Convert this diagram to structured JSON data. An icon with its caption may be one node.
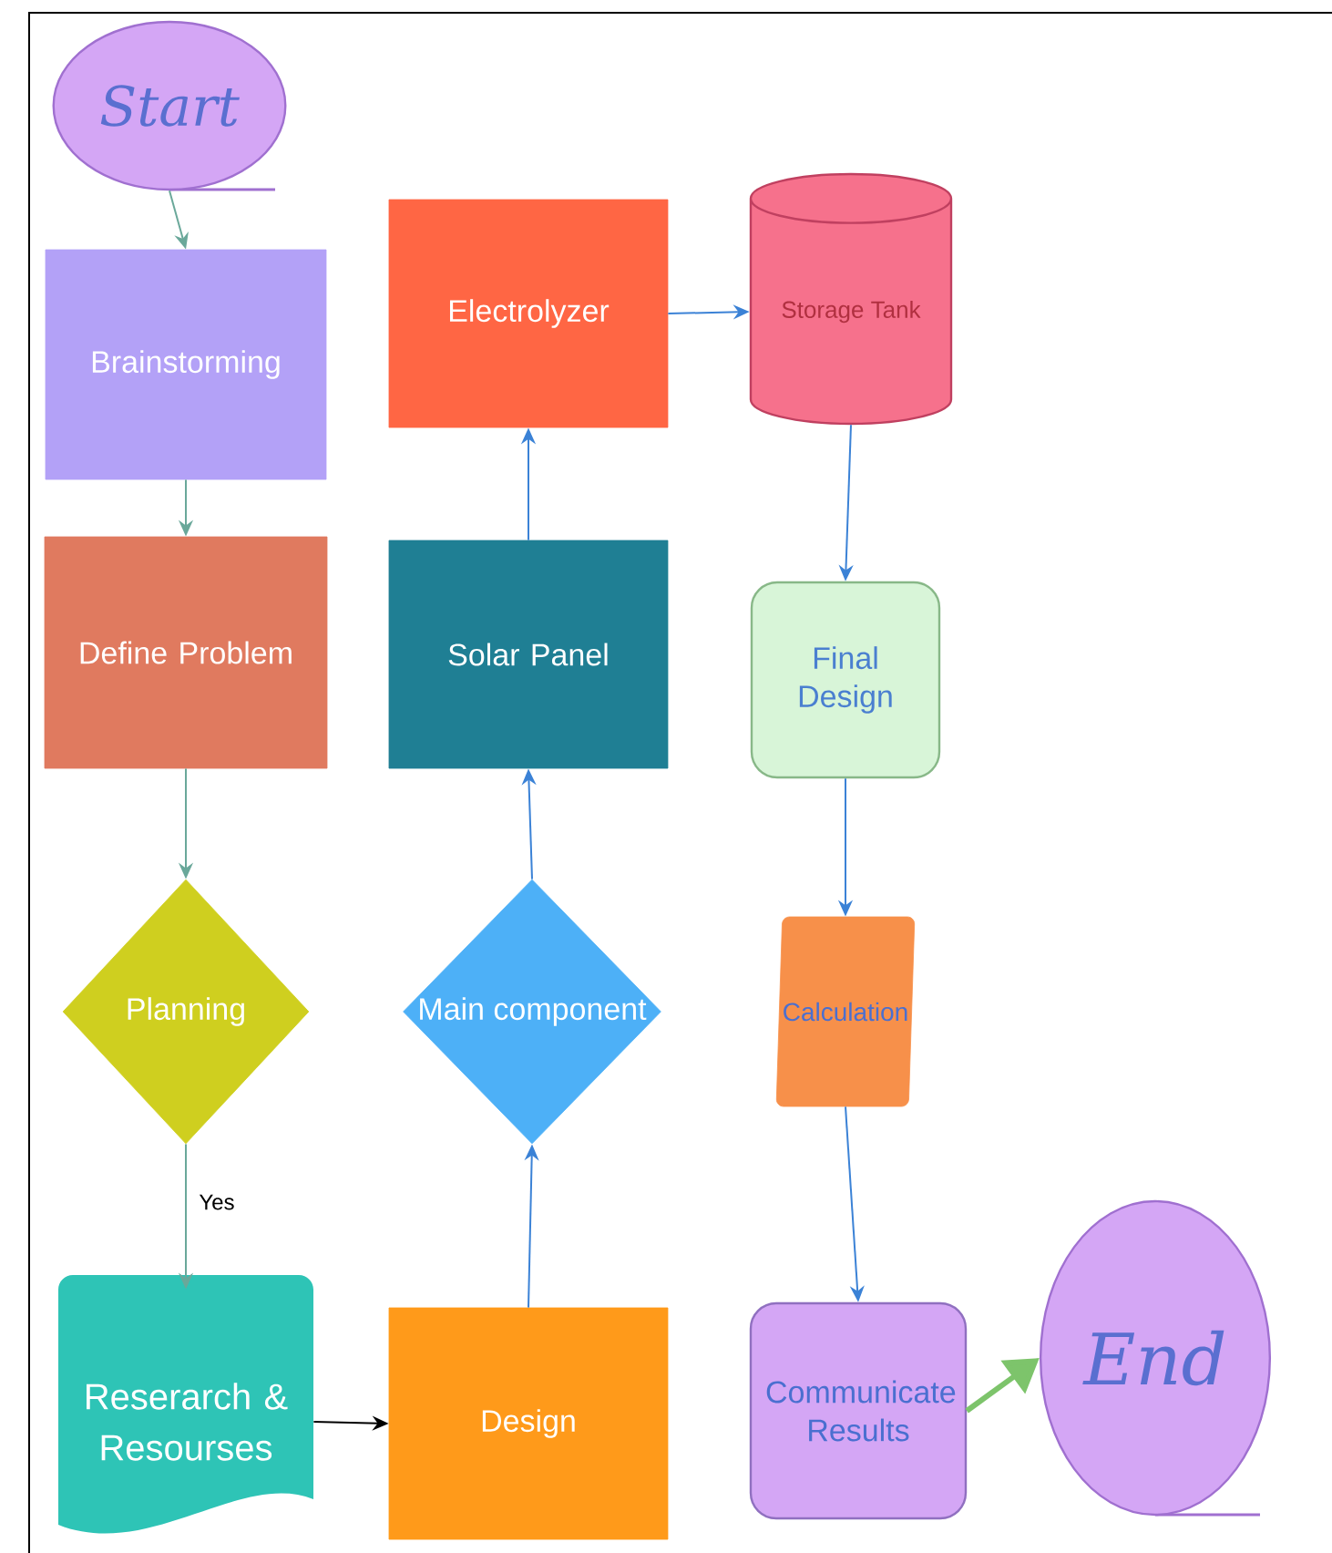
{
  "diagram": {
    "nodes": [
      {
        "text": [
          "Start"
        ]
      },
      {
        "text": [
          "Brainstorming"
        ]
      },
      {
        "text": [
          "Define Problem"
        ]
      },
      {
        "text": [
          "Planning"
        ]
      },
      {
        "text": [
          "Reserarch & Resourses"
        ]
      },
      {
        "text": [
          "Design"
        ]
      },
      {
        "text": [
          "Main component"
        ]
      },
      {
        "text": [
          "Solar Panel"
        ]
      },
      {
        "text": [
          "Electrolyzer"
        ]
      },
      {
        "text": [
          "Storage Tank"
        ]
      },
      {
        "text": [
          "Final Design"
        ]
      },
      {
        "text": [
          "Calculation"
        ]
      },
      {
        "text": [
          "Communicate Results"
        ]
      },
      {
        "text": [
          "End"
        ]
      }
    ],
    "edges": [
      {
        "from": 0,
        "to": 1,
        "arrow": "to",
        "color": "#6aa89a"
      },
      {
        "from": 1,
        "to": 2,
        "arrow": "to",
        "color": "#6aa89a"
      },
      {
        "from": 2,
        "to": 3,
        "arrow": "to",
        "color": "#6aa89a"
      },
      {
        "from": 3,
        "to": 4,
        "arrow": "to",
        "color": "#6aa89a",
        "label": "Yes"
      },
      {
        "from": 4,
        "to": 5,
        "arrow": "to",
        "color": "#000000"
      },
      {
        "from": 5,
        "to": 6,
        "arrow": "to"
      },
      {
        "from": 6,
        "to": 7,
        "arrow": "to"
      },
      {
        "from": 7,
        "to": 8,
        "arrow": "to"
      },
      {
        "from": 8,
        "to": 9,
        "arrow": "to"
      },
      {
        "from": 9,
        "to": 10,
        "arrow": "to"
      },
      {
        "from": 10,
        "to": 11,
        "arrow": "to"
      },
      {
        "from": 11,
        "to": 12,
        "arrow": "to"
      },
      {
        "from": 12,
        "to": 13,
        "arrow": "to",
        "style": "thick",
        "color": "#7dc46b"
      }
    ]
  }
}
